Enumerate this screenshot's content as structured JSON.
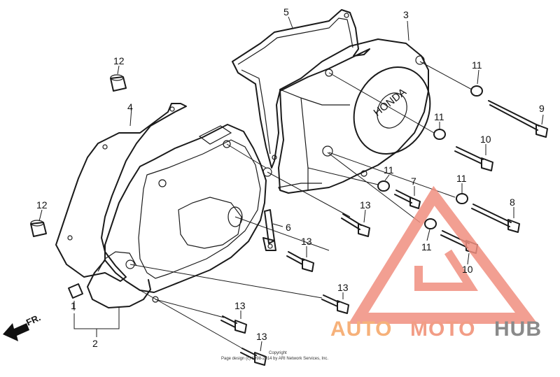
{
  "diagram": {
    "part_labels": [
      {
        "id": "p1",
        "text": "1"
      },
      {
        "id": "p2",
        "text": "2"
      },
      {
        "id": "p3",
        "text": "3"
      },
      {
        "id": "p4",
        "text": "4"
      },
      {
        "id": "p5",
        "text": "5"
      },
      {
        "id": "p6",
        "text": "6"
      },
      {
        "id": "p7",
        "text": "7"
      },
      {
        "id": "p8",
        "text": "8"
      },
      {
        "id": "p9",
        "text": "9"
      },
      {
        "id": "p10a",
        "text": "10"
      },
      {
        "id": "p10b",
        "text": "10"
      },
      {
        "id": "p11a",
        "text": "11"
      },
      {
        "id": "p11b",
        "text": "11"
      },
      {
        "id": "p11c",
        "text": "11"
      },
      {
        "id": "p11d",
        "text": "11"
      },
      {
        "id": "p11e",
        "text": "11"
      },
      {
        "id": "p12a",
        "text": "12"
      },
      {
        "id": "p12b",
        "text": "12"
      },
      {
        "id": "p13a",
        "text": "13"
      },
      {
        "id": "p13b",
        "text": "13"
      },
      {
        "id": "p13c",
        "text": "13"
      },
      {
        "id": "p13d",
        "text": "13"
      },
      {
        "id": "p13e",
        "text": "13"
      }
    ],
    "direction_label": "FR.",
    "brand_on_cover": "HONDA",
    "copyright_line1": "Copyright",
    "copyright_line2": "Page design (c) 1998-2014 by ARI Network Services, Inc."
  },
  "watermark": {
    "part1": "AUTO",
    "part2": "MOTO",
    "part3": "HUB",
    "colors": {
      "triangle": "#f08f80",
      "auto": "#f6b17a",
      "moto": "#f29d86",
      "hub": "#8a8a8a"
    }
  }
}
